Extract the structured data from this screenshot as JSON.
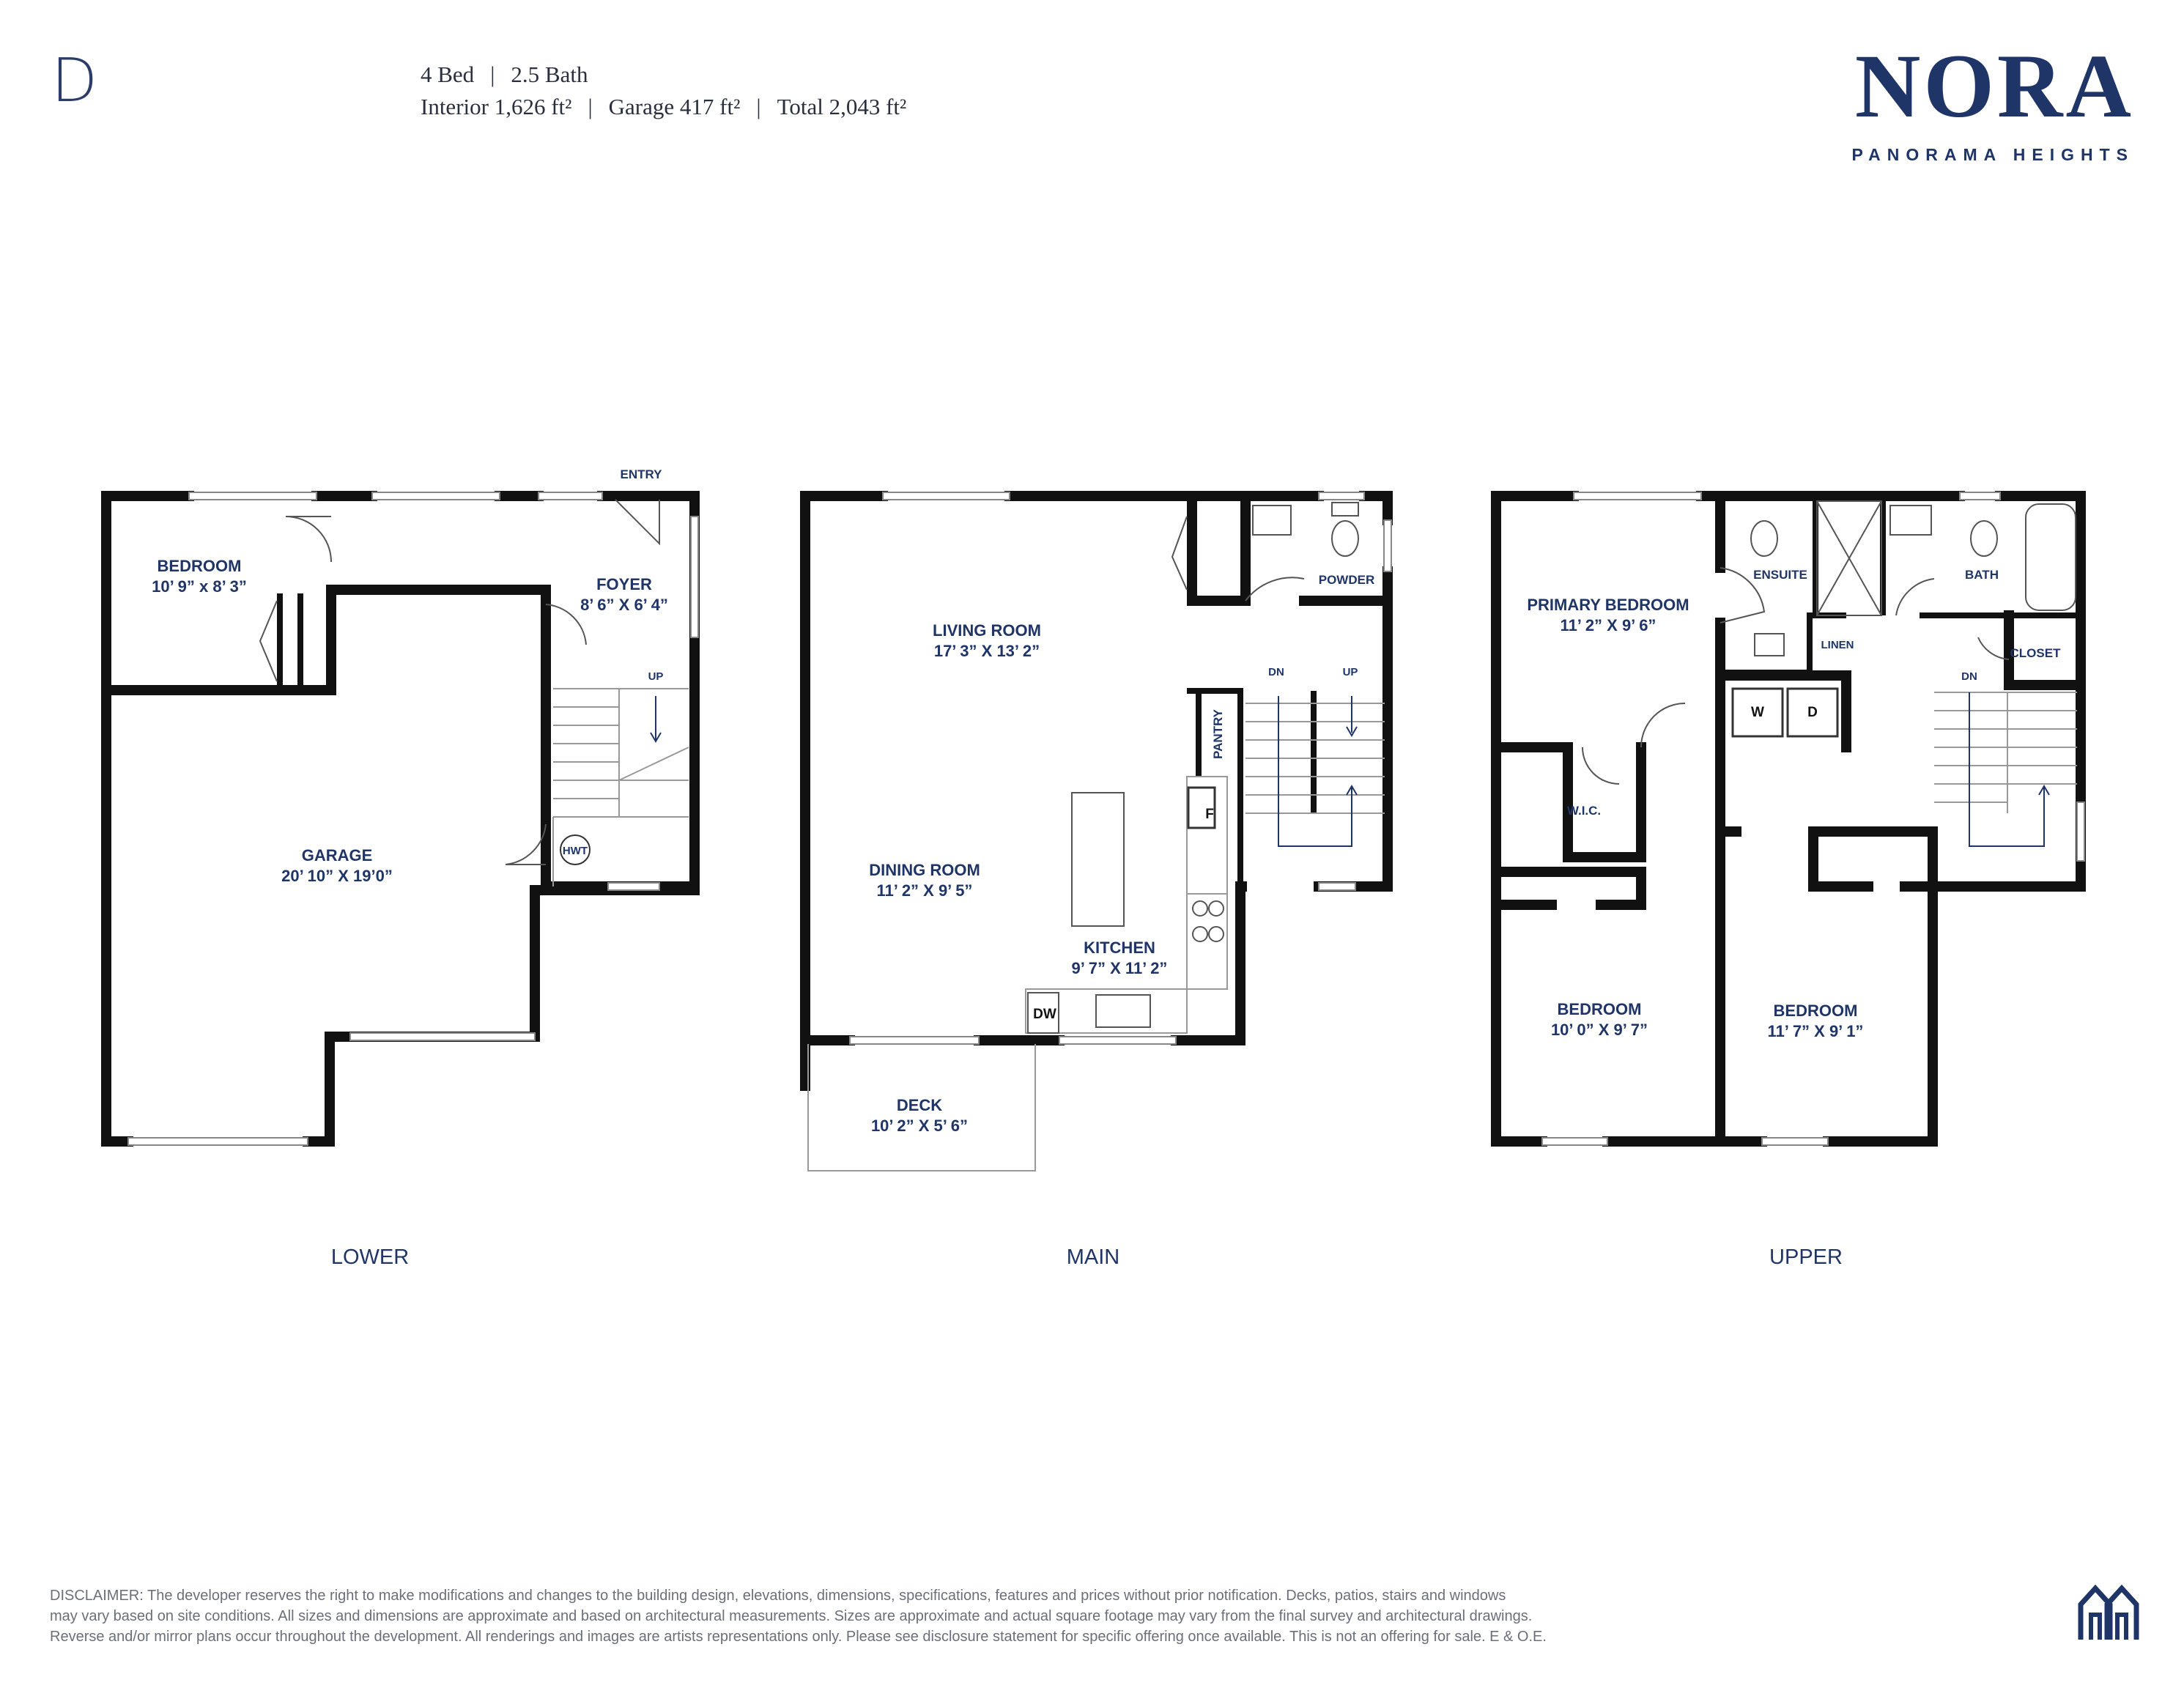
{
  "plan": {
    "letter": "D"
  },
  "specs": {
    "line1": [
      "4 Bed",
      "2.5 Bath"
    ],
    "line2": [
      "Interior 1,626 ft²",
      "Garage 417 ft²",
      "Total 2,043 ft²"
    ],
    "separator": "|"
  },
  "brand": {
    "name": "NORA",
    "subtitle": "PANORAMA HEIGHTS",
    "color": "#1f3568"
  },
  "levels": {
    "lower": {
      "label": "LOWER",
      "rooms": {
        "bedroom": {
          "name": "BEDROOM",
          "dims": "10’ 9” x 8’ 3”"
        },
        "foyer": {
          "name": "FOYER",
          "dims": "8’ 6” X 6’ 4”"
        },
        "garage": {
          "name": "GARAGE",
          "dims": "20’ 10” X 19’0”"
        }
      },
      "marks": {
        "entry": "ENTRY",
        "up": "UP",
        "hwt": "HWT"
      }
    },
    "main": {
      "label": "MAIN",
      "rooms": {
        "living": {
          "name": "LIVING ROOM",
          "dims": "17’ 3” X 13’ 2”"
        },
        "dining": {
          "name": "DINING ROOM",
          "dims": "11’ 2” X 9’ 5”"
        },
        "kitchen": {
          "name": "KITCHEN",
          "dims": "9’ 7” X 11’ 2”"
        },
        "deck": {
          "name": "DECK",
          "dims": "10’ 2” X 5’ 6”"
        },
        "powder": {
          "name": "POWDER"
        },
        "pantry": {
          "name": "PANTRY"
        }
      },
      "marks": {
        "dn": "DN",
        "up": "UP",
        "fridge": "F",
        "dishwasher": "DW"
      }
    },
    "upper": {
      "label": "UPPER",
      "rooms": {
        "primary": {
          "name": "PRIMARY BEDROOM",
          "dims": "11’ 2” X 9’ 6”"
        },
        "ensuite": {
          "name": "ENSUITE"
        },
        "bath": {
          "name": "BATH"
        },
        "closet": {
          "name": "CLOSET"
        },
        "linen": {
          "name": "LINEN"
        },
        "wic": {
          "name": "W.I.C."
        },
        "bedroom2": {
          "name": "BEDROOM",
          "dims": "10’ 0” X 9’ 7”"
        },
        "bedroom3": {
          "name": "BEDROOM",
          "dims": "11’ 7” X 9’ 1”"
        }
      },
      "marks": {
        "dn": "DN",
        "washer": "W",
        "dryer": "D"
      }
    }
  },
  "disclaimer": {
    "line1": "DISCLAIMER: The developer reserves the right to make modifications and changes to the building design, elevations, dimensions, specifications, features and prices without prior notification. Decks, patios, stairs and windows",
    "line2": "may vary based on site conditions. All sizes and dimensions are approximate and based on architectural measurements. Sizes are approximate and actual square footage may vary from the final survey and architectural drawings.",
    "line3": "Reverse and/or mirror plans occur throughout the development. All renderings and images are artists representations only. Please see disclosure statement for specific offering once available. This is not an offering for sale. E & O.E."
  }
}
